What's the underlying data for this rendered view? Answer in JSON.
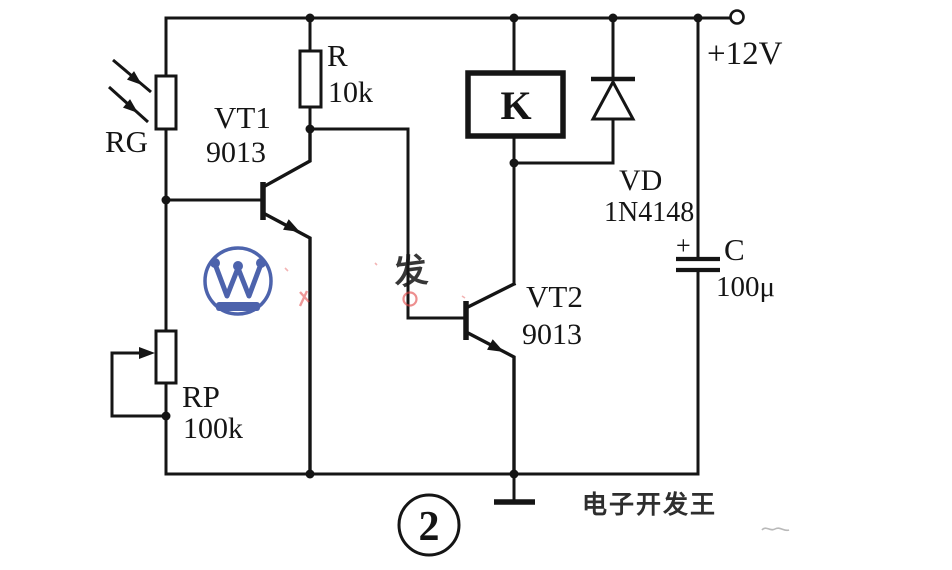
{
  "labels": {
    "rg": "RG",
    "vt1": {
      "name": "VT1",
      "part": "9013"
    },
    "r": {
      "name": "R",
      "value": "10k"
    },
    "relay": {
      "name": "K"
    },
    "vd": {
      "name": "VD",
      "part": "1N4148"
    },
    "supply": "+12V",
    "cap": {
      "name": "C",
      "value": "100μ",
      "polarity": "+"
    },
    "vt2": {
      "name": "VT2",
      "part": "9013"
    },
    "rp": {
      "name": "RP",
      "value": "100k"
    },
    "figure_number": "2",
    "watermark_cn": "电子开发王",
    "watermark_red_char": "发"
  },
  "colors": {
    "wire": "#151515",
    "background": "#ffffff",
    "logo_blue": "#3a53a4",
    "watermark_red": "#e14444",
    "cn_text": "#2e2e2e"
  }
}
